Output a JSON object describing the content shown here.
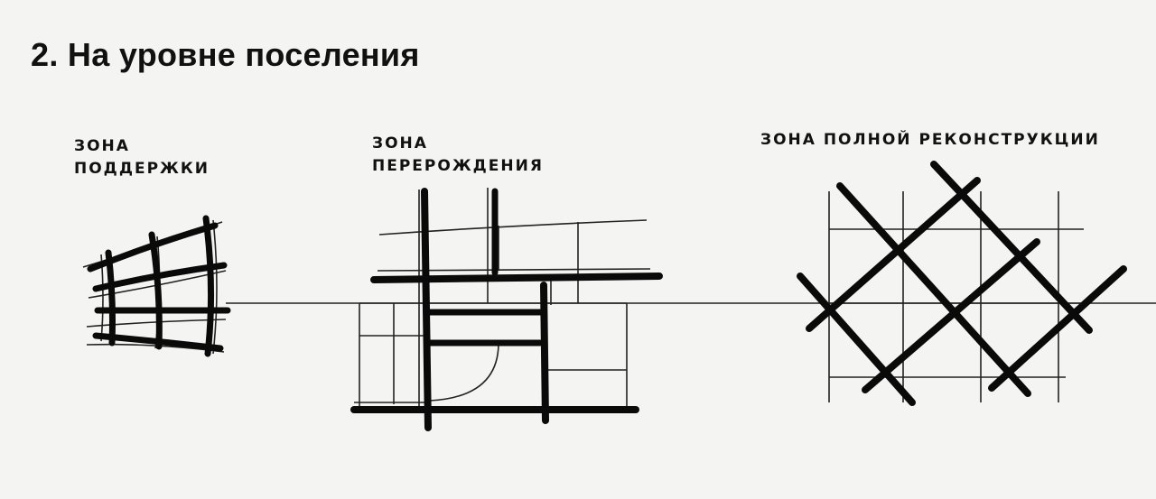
{
  "heading": "2.  На уровне поселения",
  "zones": [
    {
      "line1": "ЗОНА",
      "line2": "ПОДДЕРЖКИ"
    },
    {
      "line1": "ЗОНА",
      "line2": "ПЕРЕРОЖДЕНИЯ"
    },
    {
      "line1": "ЗОНА ПОЛНОЙ РЕКОНСТРУКЦИИ"
    }
  ]
}
